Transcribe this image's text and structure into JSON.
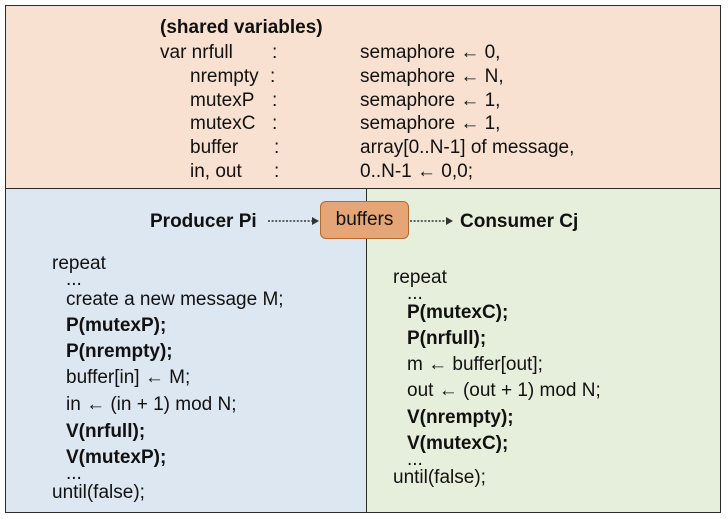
{
  "shared": {
    "title": "(shared variables)",
    "rows": [
      {
        "name": "var nrfull",
        "colon": ":",
        "value": "semaphore ← 0,"
      },
      {
        "name": "nrempty",
        "colon": ":",
        "value": "semaphore ← N,"
      },
      {
        "name": "mutexP",
        "colon": ":",
        "value": "semaphore ← 1,"
      },
      {
        "name": "mutexC",
        "colon": ":",
        "value": "semaphore ← 1,"
      },
      {
        "name": "buffer",
        "colon": ":",
        "value": "array[0..N-1] of message,"
      },
      {
        "name": "in, out",
        "colon": ":",
        "value": "0..N-1 ← 0,0;"
      }
    ]
  },
  "header": {
    "producer": "Producer Pi",
    "buffers": "buffers",
    "consumer": "Consumer Cj"
  },
  "producer": {
    "lines": [
      "repeat",
      "...",
      "create a new message M;",
      "P(mutexP);",
      "P(nrempty);",
      "buffer[in] ← M;",
      "in ← (in + 1) mod N;",
      "V(nrfull);",
      "V(mutexP);",
      "...",
      "until(false);"
    ]
  },
  "consumer": {
    "lines": [
      "repeat",
      "...",
      "P(mutexC);",
      "P(nrfull);",
      "m ← buffer[out];",
      "out ← (out + 1) mod N;",
      "V(nrempty);",
      "V(mutexC);",
      "...",
      "until(false);"
    ]
  },
  "colors": {
    "shared_bg": "#f8e1d1",
    "producer_bg": "#dde7f2",
    "consumer_bg": "#e6efdc",
    "buffers_fill": "#e6a577"
  }
}
